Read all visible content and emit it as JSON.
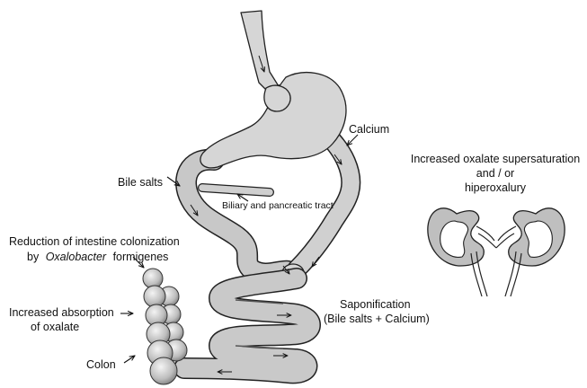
{
  "labels": {
    "calcium": "Calcium",
    "bile_salts": "Bile salts",
    "biliary_tract": "Biliary and pancreatic tract",
    "reduction_line1": "Reduction of intestine colonization",
    "reduction_by": "by",
    "reduction_species": "Oxalobacter",
    "reduction_tail": "formigenes",
    "absorption_line1": "Increased absorption",
    "absorption_line2": "of oxalate",
    "colon": "Colon",
    "saponification_line1": "Saponification",
    "saponification_line2": "(Bile salts + Calcium)",
    "oxalate_line1": "Increased oxalate supersaturation",
    "oxalate_line2": "and / or",
    "oxalate_line3": "hiperoxalury"
  }
}
